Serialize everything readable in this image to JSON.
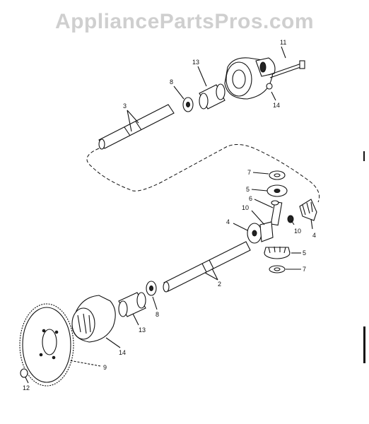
{
  "watermark": "AppliancePartsPros.com",
  "callouts": {
    "c11": "11",
    "c13_top": "13",
    "c8_top": "8",
    "c3": "3",
    "c14_top": "14",
    "c7_top": "7",
    "c5_top": "5",
    "c6": "6",
    "c10_left": "10",
    "c4_left": "4",
    "c10_right": "10",
    "c4_right": "4",
    "c5_bottom": "5",
    "c7_bottom": "7",
    "c2": "2",
    "c8_bottom": "8",
    "c13_bottom": "13",
    "c14_bottom": "14",
    "c9": "9",
    "c12": "12"
  }
}
